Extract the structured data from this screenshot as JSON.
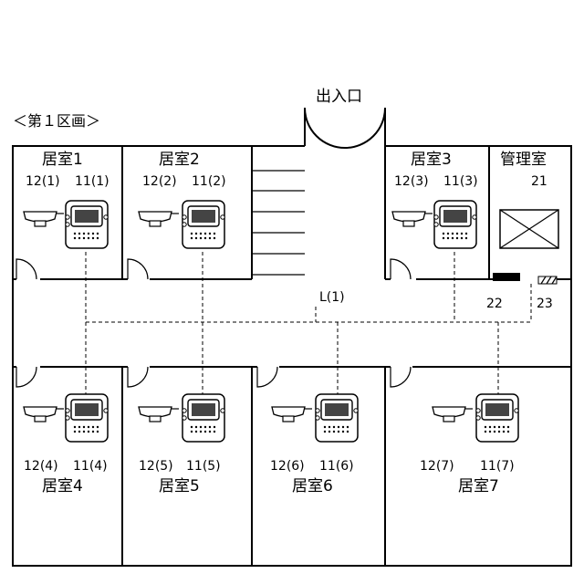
{
  "section_title": "＜第１区画＞",
  "entrance_label": "出入口",
  "rooms": [
    {
      "name": "居室1",
      "phone": "12(1)",
      "intercom": "11(1)"
    },
    {
      "name": "居室2",
      "phone": "12(2)",
      "intercom": "11(2)"
    },
    {
      "name": "居室3",
      "phone": "12(3)",
      "intercom": "11(3)"
    },
    {
      "name": "居室4",
      "phone": "12(4)",
      "intercom": "11(4)"
    },
    {
      "name": "居室5",
      "phone": "12(5)",
      "intercom": "11(5)"
    },
    {
      "name": "居室6",
      "phone": "12(6)",
      "intercom": "11(6)"
    },
    {
      "name": "居室7",
      "phone": "12(7)",
      "intercom": "11(7)"
    }
  ],
  "management_room": "管理室",
  "labels": {
    "equipment": "21",
    "device_22": "22",
    "device_23": "23",
    "line": "L(1)"
  }
}
